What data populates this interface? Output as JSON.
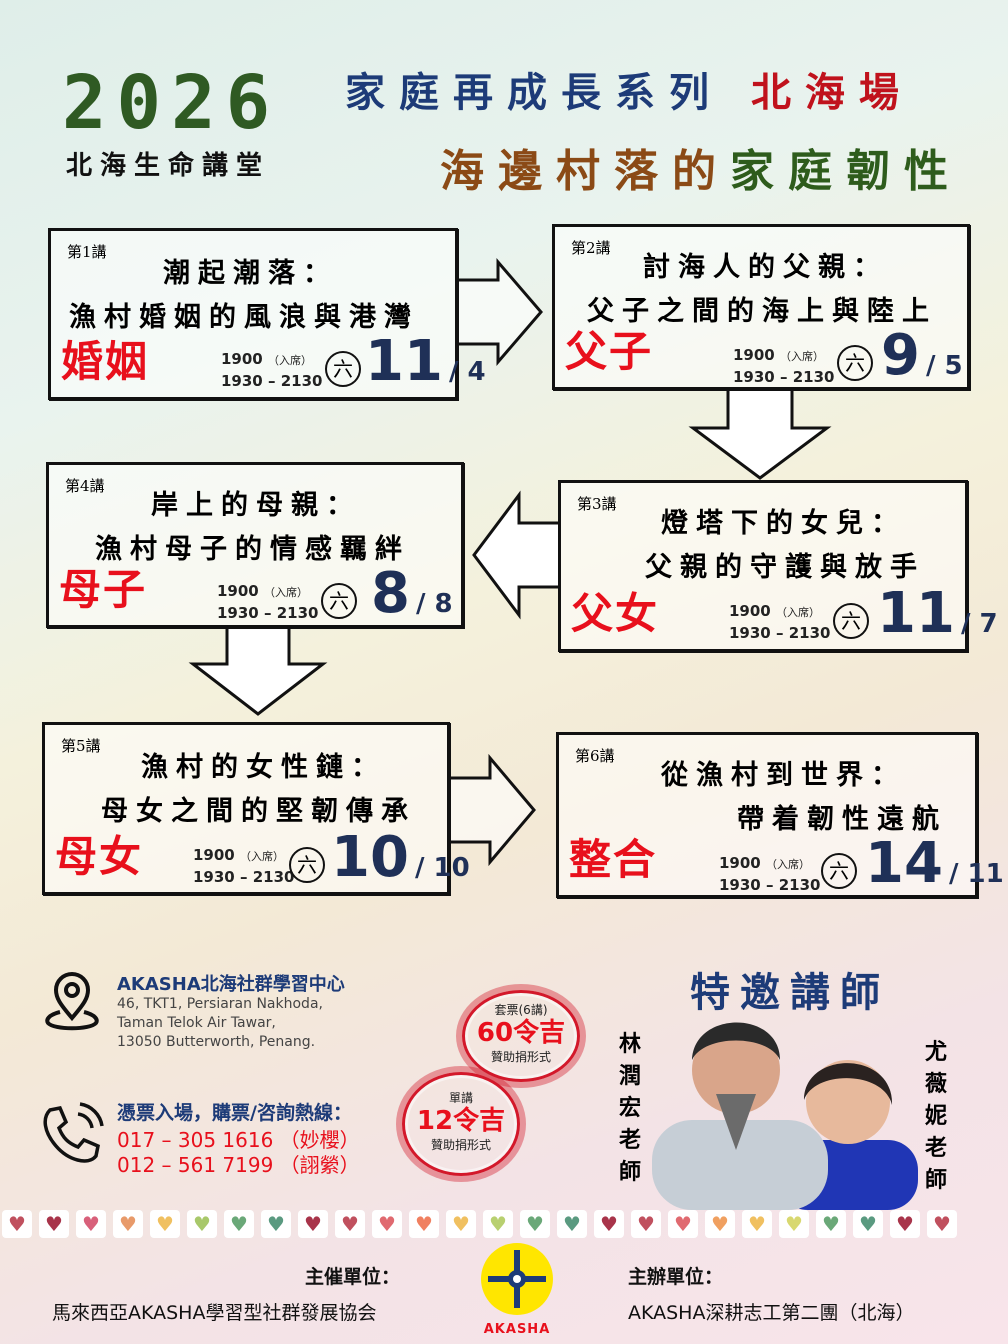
{
  "header": {
    "year": "2026",
    "hall": "北海生命講堂",
    "series_a": "家庭再成長系列",
    "series_b": "北海場",
    "theme_a": "海邊村落的",
    "theme_b": "家庭韌性"
  },
  "lectures": [
    {
      "no": "第1講",
      "t1": "潮起潮落：",
      "t2": "漁村婚姻的風浪與港灣",
      "tag": "婚姻",
      "arrive": "1900",
      "arrive_note": "（入席）",
      "time": "1930 – 2130",
      "day": "六",
      "date": "11",
      "month": "/ 4"
    },
    {
      "no": "第2講",
      "t1": "討海人的父親：",
      "t2": "父子之間的海上與陸上",
      "tag": "父子",
      "arrive": "1900",
      "arrive_note": "（入席）",
      "time": "1930 – 2130",
      "day": "六",
      "date": "9",
      "month": "/ 5"
    },
    {
      "no": "第3講",
      "t1": "燈塔下的女兒：",
      "t2": "父親的守護與放手",
      "tag": "父女",
      "arrive": "1900",
      "arrive_note": "（入席）",
      "time": "1930 – 2130",
      "day": "六",
      "date": "11",
      "month": "/ 7"
    },
    {
      "no": "第4講",
      "t1": "岸上的母親：",
      "t2": "漁村母子的情感羈絆",
      "tag": "母子",
      "arrive": "1900",
      "arrive_note": "（入席）",
      "time": "1930 – 2130",
      "day": "六",
      "date": "8",
      "month": "/ 8"
    },
    {
      "no": "第5講",
      "t1": "漁村的女性鏈：",
      "t2": "母女之間的堅韌傳承",
      "tag": "母女",
      "arrive": "1900",
      "arrive_note": "（入席）",
      "time": "1930 – 2130",
      "day": "六",
      "date": "10",
      "month": "/ 10"
    },
    {
      "no": "第6講",
      "t1": "從漁村到世界：",
      "t2": "帶着韌性遠航",
      "tag": "整合",
      "arrive": "1900",
      "arrive_note": "（入席）",
      "time": "1930 – 2130",
      "day": "六",
      "date": "14",
      "month": "/ 11"
    }
  ],
  "venue": {
    "name": "AKASHA北海社群學習中心",
    "line1": "46, TKT1, Persiaran Nakhoda,",
    "line2": "Taman Telok Air Tawar,",
    "line3": "13050 Butterworth, Penang."
  },
  "contact": {
    "title": "憑票入場，購票/咨詢熱線：",
    "phone1": "017 – 305 1616 （妙櫻）",
    "phone2": "012 – 561 7199 （詡縈）"
  },
  "tickets": {
    "package_label": "套票(6講)",
    "package_price": "60令吉",
    "package_note": "贊助捐形式",
    "single_label": "單講",
    "single_price": "12令吉",
    "single_note": "贊助捐形式"
  },
  "speakers": {
    "heading": "特邀講師",
    "speaker1": "林潤宏老師",
    "speaker2": "尤薇妮老師"
  },
  "footer": {
    "organizer_label": "主催單位：",
    "organizer": "馬來西亞AKASHA學習型社群發展協会",
    "host_label": "主辦單位：",
    "host": "AKASHA深耕志工第二團（北海）",
    "logo_text": "AKASHA"
  },
  "colors": {
    "accent_red": "#e8101c",
    "navy": "#1d3b78",
    "green": "#2f5a23"
  }
}
